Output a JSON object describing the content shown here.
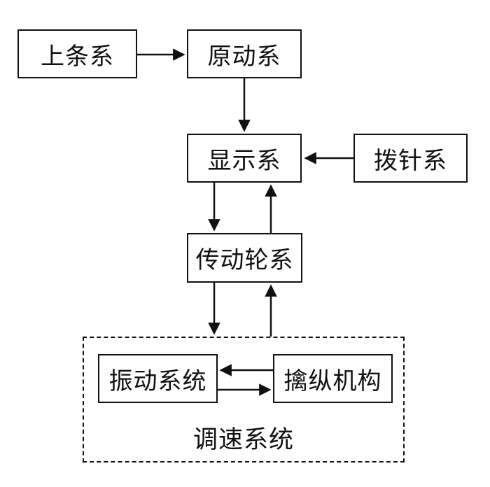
{
  "nodes": {
    "shangtiaoxi": {
      "label": "上条系"
    },
    "yuandongxi": {
      "label": "原动系"
    },
    "xianshixi": {
      "label": "显示系"
    },
    "bozhenxi": {
      "label": "拨针系"
    },
    "chuandonglunxi": {
      "label": "传动轮系"
    },
    "zhendongxitong": {
      "label": "振动系统"
    },
    "qinzongjigou": {
      "label": "擒纵机构"
    },
    "tiaosuxitong": {
      "label": "调速系统"
    }
  },
  "edges": [
    {
      "from": "上条系",
      "to": "原动系"
    },
    {
      "from": "原动系",
      "to": "显示系"
    },
    {
      "from": "拨针系",
      "to": "显示系"
    },
    {
      "from": "显示系",
      "to": "传动轮系"
    },
    {
      "from": "传动轮系",
      "to": "显示系"
    },
    {
      "from": "传动轮系",
      "to": "调速系统"
    },
    {
      "from": "调速系统",
      "to": "传动轮系"
    },
    {
      "from": "擒纵机构",
      "to": "振动系统"
    },
    {
      "from": "振动系统",
      "to": "擒纵机构"
    }
  ],
  "colors": {
    "line": "#111111",
    "background": "#ffffff"
  }
}
